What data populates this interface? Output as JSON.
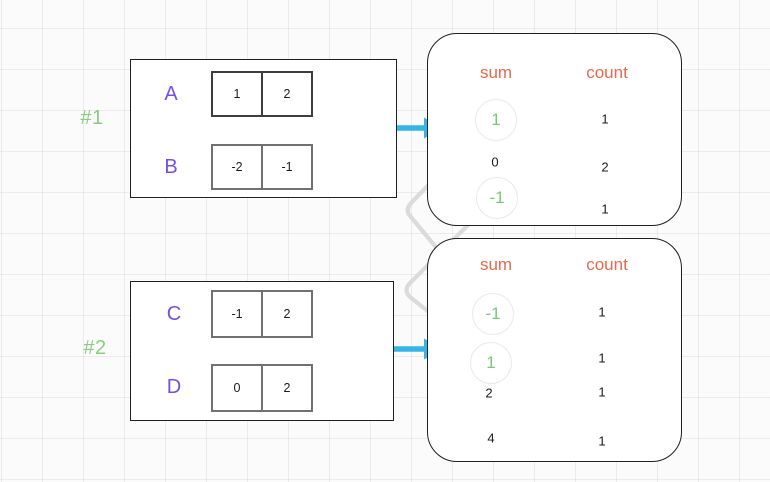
{
  "colors": {
    "group_label_green": "#8ccb82",
    "array_label_purple": "#7450e8",
    "header_orange": "#e8684a",
    "arrow_cyan": "#33b6e6",
    "connector_gray": "#d8d8d8",
    "highlight_green": "#7cc576"
  },
  "headers": {
    "sum": "sum",
    "count": "count"
  },
  "groups": [
    {
      "id": "#1",
      "arrays": [
        {
          "name": "A",
          "values": [
            "1",
            "2"
          ]
        },
        {
          "name": "B",
          "values": [
            "-2",
            "-1"
          ]
        }
      ],
      "result_rows": [
        {
          "sum": "1",
          "count": "1",
          "highlighted": true
        },
        {
          "sum": "0",
          "count": "2",
          "highlighted": false
        },
        {
          "sum": "-1",
          "count": "1",
          "highlighted": true
        }
      ]
    },
    {
      "id": "#2",
      "arrays": [
        {
          "name": "C",
          "values": [
            "-1",
            "2"
          ]
        },
        {
          "name": "D",
          "values": [
            "0",
            "2"
          ]
        }
      ],
      "result_rows": [
        {
          "sum": "-1",
          "count": "1",
          "highlighted": true
        },
        {
          "sum": "1",
          "count": "1",
          "highlighted": true
        },
        {
          "sum": "2",
          "count": "1",
          "highlighted": false
        },
        {
          "sum": "4",
          "count": "1",
          "highlighted": false
        }
      ]
    }
  ]
}
